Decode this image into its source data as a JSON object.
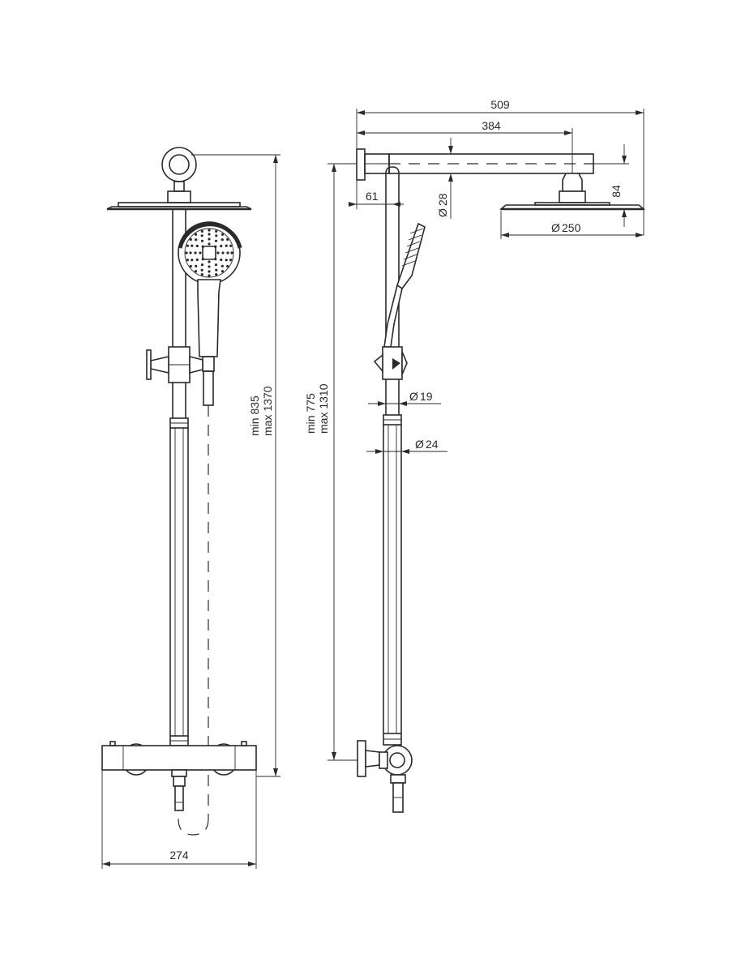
{
  "front_view": {
    "width": "274",
    "height_min": "min 835",
    "height_max": "max 1370"
  },
  "side_view": {
    "arm_length": "509",
    "arm_projection": "384",
    "head_drop": "84",
    "head_diameter": "250",
    "pipe_diameter_top": "28",
    "wall_offset": "61",
    "height_min": "min 775",
    "height_max": "max 1310",
    "rail_diameter_upper": "19",
    "rail_diameter_lower": "24"
  },
  "symbols": {
    "diameter": "Ø"
  }
}
